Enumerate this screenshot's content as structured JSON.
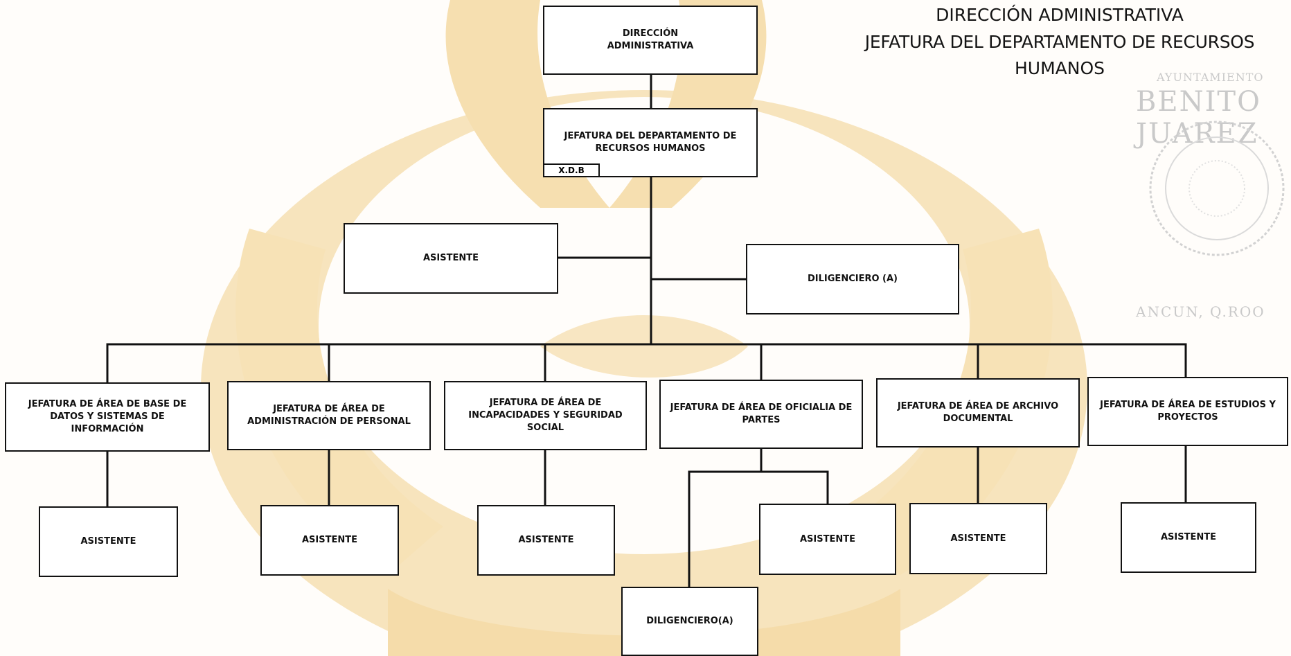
{
  "header": {
    "line1": "DIRECCIÓN ADMINISTRATIVA",
    "line2": "JEFATURA DEL DEPARTAMENTO DE RECURSOS",
    "line3": "HUMANOS"
  },
  "nodes": {
    "direccion": "DIRECCIÓN ADMINISTRATIVA",
    "jefatura_rh": "JEFATURA DEL DEPARTAMENTO DE RECURSOS HUMANOS",
    "jefatura_rh_tag": "X.D.B",
    "asistente_top": "ASISTENTE",
    "diligenciero_top": "DILIGENCIERO (A)",
    "area_base_datos": "JEFATURA DE ÁREA DE BASE DE DATOS Y SISTEMAS DE INFORMACIÓN",
    "area_personal": "JEFATURA DE ÁREA DE ADMINISTRACIÓN DE PERSONAL",
    "area_incapacidades": "JEFATURA DE ÁREA DE INCAPACIDADES Y SEGURIDAD SOCIAL",
    "area_oficialia": "JEFATURA DE  ÁREA DE OFICIALIA DE PARTES",
    "area_archivo": "JEFATURA DE ÁREA DE ARCHIVO DOCUMENTAL",
    "area_estudios": "JEFATURA DE ÁREA DE ESTUDIOS Y PROYECTOS",
    "asistente_base_datos": "ASISTENTE",
    "asistente_personal": "ASISTENTE",
    "asistente_incapacidades": "ASISTENTE",
    "asistente_oficialia": "ASISTENTE",
    "asistente_archivo": "ASISTENTE",
    "asistente_estudios": "ASISTENTE",
    "diligenciero_oficialia": "DILIGENCIERO(A)"
  },
  "stamp": {
    "line1": "AYUNTAMIENTO",
    "line2": "BENITO JUAREZ",
    "line3": "ANCUN, Q.ROO"
  },
  "colors": {
    "line": "#111111",
    "watermark": "#f7e2b8",
    "stamp": "#c9c9c9"
  }
}
